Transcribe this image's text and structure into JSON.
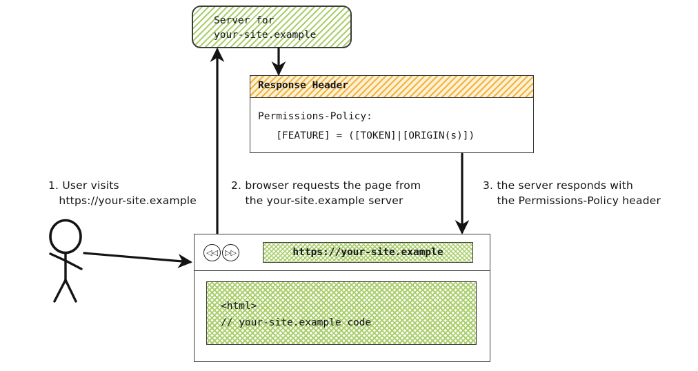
{
  "diagram": {
    "title": "Permissions-Policy response header flow",
    "colors": {
      "hatch_green": "#a9ce6b",
      "hatch_yellow": "#f2b23b",
      "stroke": "#3b3b3b",
      "ink": "#141414",
      "background": "#ffffff"
    }
  },
  "server": {
    "line1": "Server for",
    "line2": "your-site.example"
  },
  "response_header": {
    "title": "Response Header",
    "line1": "Permissions-Policy:",
    "line2": "   [FEATURE] = ([TOKEN]|[ORIGIN(s)])"
  },
  "browser": {
    "back_glyph": "◁◁",
    "forward_glyph": "▷▷",
    "back_name": "back-button",
    "forward_name": "forward-button",
    "url": "https://your-site.example",
    "page": {
      "line1": "<html>",
      "line2": "// your-site.example code"
    }
  },
  "annotations": [
    {
      "id": "1",
      "line1": "1. User visits",
      "line2": "   https://your-site.example"
    },
    {
      "id": "2",
      "line1": "2. browser requests the page from",
      "line2": "    the your-site.example server"
    },
    {
      "id": "3",
      "line1": "3. the server responds with",
      "line2": "    the Permissions-Policy header"
    }
  ],
  "actor": {
    "label": "user-stick-figure"
  },
  "arrows": [
    {
      "name": "arrow-user-to-browser",
      "direction": "right"
    },
    {
      "name": "arrow-browser-to-server",
      "direction": "up"
    },
    {
      "name": "arrow-server-to-response-header",
      "direction": "down"
    },
    {
      "name": "arrow-response-header-to-browser",
      "direction": "down"
    }
  ]
}
